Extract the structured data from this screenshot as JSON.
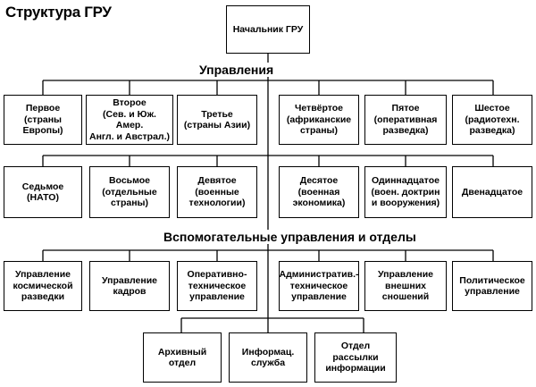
{
  "title": "Структура ГРУ",
  "head": {
    "label": "Начальник ГРУ"
  },
  "sections": {
    "directorates": "Управления",
    "auxiliary": "Вспомогательные   управления и отделы"
  },
  "directorates_row1": [
    "Первое\n(страны\nЕвропы)",
    "Второе\n(Сев. и Юж. Амер.\nАнгл. и Австрал.)",
    "Третье\n(страны Азии)",
    "Четвёртое\n(африканские\nстраны)",
    "Пятое\n(оперативная\nразведка)",
    "Шестое\n(радиотехн.\nразведка)"
  ],
  "directorates_row2": [
    "Седьмое (НАТО)",
    "Восьмое\n(отдельные\nстраны)",
    "Девятое\n(военные\nтехнологии)",
    "Десятое\n(военная\nэкономика)",
    "Одиннадцатое\n(воен. доктрин\nи вооружения)",
    "Двенадцатое"
  ],
  "auxiliary_row": [
    "Управление\nкосмической\nразведки",
    "Управление\nкадров",
    "Оперативно-\nтехническое\nуправление",
    "Административ.-\nтехническое\nуправление",
    "Управление\nвнешних\nсношений",
    "Политическое\nуправление"
  ],
  "departments_row": [
    "Архивный отдел",
    "Информац.\nслужба",
    "Отдел рассылки\nинформации"
  ]
}
